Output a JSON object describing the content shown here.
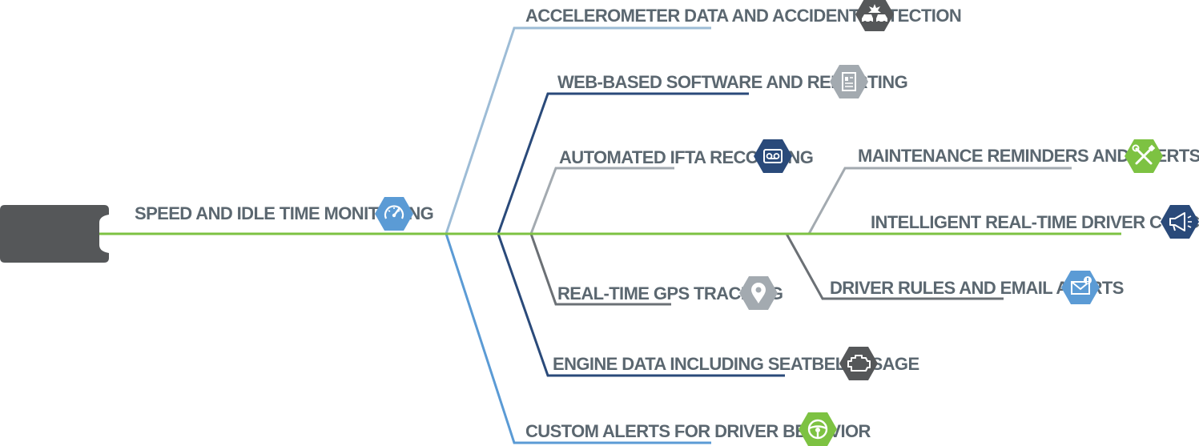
{
  "colors": {
    "green": "#7dc242",
    "dark_grey": "#555759",
    "mid_grey": "#6b7075",
    "light_grey": "#a3aab0",
    "navy": "#2a4a7a",
    "light_blue": "#5b9bd5",
    "pale_blue": "#9dbcd6",
    "label": "#5b6770"
  },
  "features": [
    {
      "id": "speed",
      "label": "SPEED AND IDLE TIME MONITORING",
      "icon": "speedometer-icon",
      "icon_color": "#5b9bd5"
    },
    {
      "id": "accel",
      "label": "ACCELEROMETER DATA AND ACCIDENT DETECTION",
      "icon": "car-crash-icon",
      "icon_color": "#555759"
    },
    {
      "id": "web",
      "label": "WEB-BASED SOFTWARE AND REPORTING",
      "icon": "report-document-icon",
      "icon_color": "#a3aab0"
    },
    {
      "id": "ifta",
      "label": "AUTOMATED IFTA RECORDING",
      "icon": "cassette-tape-icon",
      "icon_color": "#2a4a7a"
    },
    {
      "id": "gps",
      "label": "REAL-TIME GPS TRACKING",
      "icon": "map-pin-icon",
      "icon_color": "#a3aab0"
    },
    {
      "id": "engine",
      "label": "ENGINE DATA INCLUDING SEATBELT USAGE",
      "icon": "engine-icon",
      "icon_color": "#555759"
    },
    {
      "id": "custom",
      "label": "CUSTOM ALERTS FOR DRIVER BEHAVIOR",
      "icon": "steering-wheel-icon",
      "icon_color": "#7dc242"
    },
    {
      "id": "maint",
      "label": "MAINTENANCE REMINDERS AND ALERTS",
      "icon": "wrench-screwdriver-icon",
      "icon_color": "#7dc242"
    },
    {
      "id": "coach",
      "label": "INTELLIGENT REAL-TIME DRIVER COACHING",
      "icon": "megaphone-icon",
      "icon_color": "#2a4a7a"
    },
    {
      "id": "rules",
      "label": "DRIVER RULES AND EMAIL ALERTS",
      "icon": "email-alert-icon",
      "icon_color": "#5b9bd5"
    }
  ]
}
